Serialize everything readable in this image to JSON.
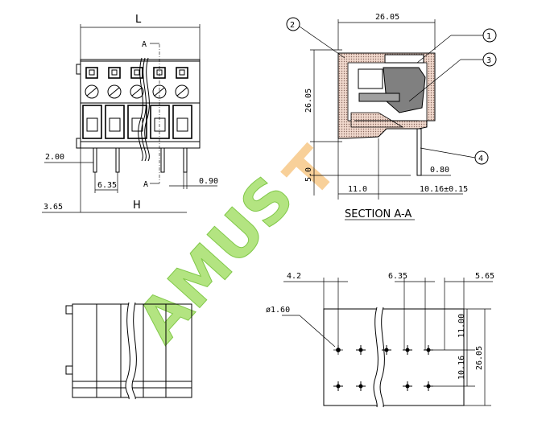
{
  "front_view": {
    "dim_top": "L",
    "dim_bottom": "H",
    "section_marker": "A",
    "dim_pin_offset": "2.00",
    "dim_pitch": "6.35",
    "dim_pin_width": "0.90",
    "dim_edge": "3.65"
  },
  "section_view": {
    "dim_width": "26.05",
    "dim_height": "26.05",
    "dim_pin_len": "5.0",
    "dim_pin_base": "11.0",
    "dim_pin_thk": "0.80",
    "dim_pin_pos": "10.16±0.15",
    "title": "SECTION  A-A",
    "callouts": [
      "1",
      "2",
      "3",
      "4"
    ]
  },
  "footprint": {
    "dim_left": "4.2",
    "dim_pitch": "6.35",
    "dim_right": "5.65",
    "dim_hole": "ø1.60",
    "dim_row1": "11.00",
    "dim_row2": "10.16",
    "dim_height": "26.05"
  },
  "watermark": "AMUST",
  "colors": {
    "watermark_green": "#7ed321",
    "watermark_orange": "#f5a623",
    "hatch": "#d8a090",
    "fill_dark": "#808080"
  }
}
